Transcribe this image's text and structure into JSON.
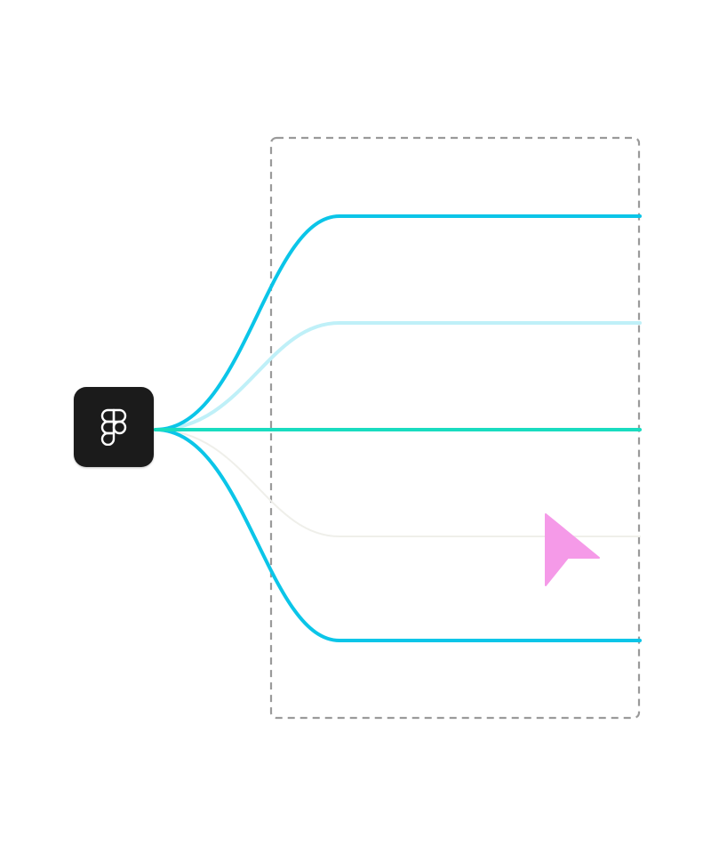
{
  "colors": {
    "background": "#ffffff",
    "tile": "#1b1b1b",
    "logo_stroke": "#ffffff",
    "frame_stroke": "#9a9a9a",
    "cyan": "#0bc5e8",
    "cyan_light": "#bff0f8",
    "green": "#19dcc0",
    "faint": "#efefea",
    "cursor": "#f59ae8"
  },
  "source": {
    "icon": "figma-logo-icon"
  },
  "connectors": [
    {
      "name": "connector-top",
      "style": "cyan",
      "width": 4
    },
    {
      "name": "connector-upper-faded",
      "style": "cyan_light",
      "width": 4
    },
    {
      "name": "connector-middle",
      "style": "green",
      "width": 4
    },
    {
      "name": "connector-lower-faint",
      "style": "faint",
      "width": 2
    },
    {
      "name": "connector-bottom",
      "style": "cyan",
      "width": 4
    }
  ],
  "cursor": {
    "icon": "pointer-cursor-icon"
  }
}
